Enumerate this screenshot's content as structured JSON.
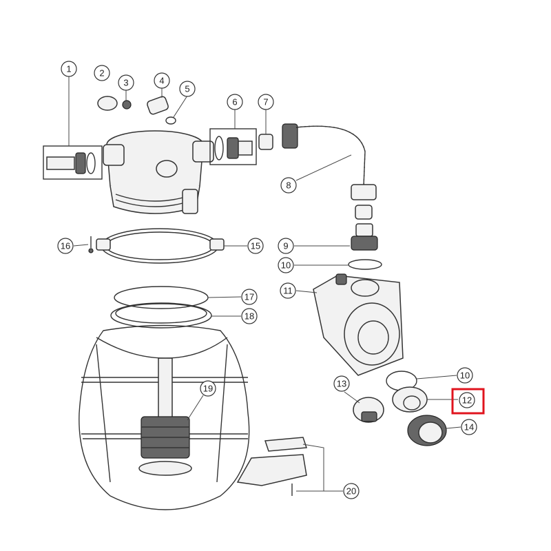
{
  "diagram": {
    "title": "Sand filter with pump exploded parts view",
    "callouts": [
      "1",
      "2",
      "3",
      "4",
      "5",
      "6",
      "7",
      "8",
      "9",
      "10",
      "11",
      "12",
      "13",
      "14",
      "15",
      "16",
      "17",
      "18",
      "19",
      "20",
      "10"
    ],
    "highlighted_callout": "12",
    "highlight_color": "#e0141e"
  }
}
